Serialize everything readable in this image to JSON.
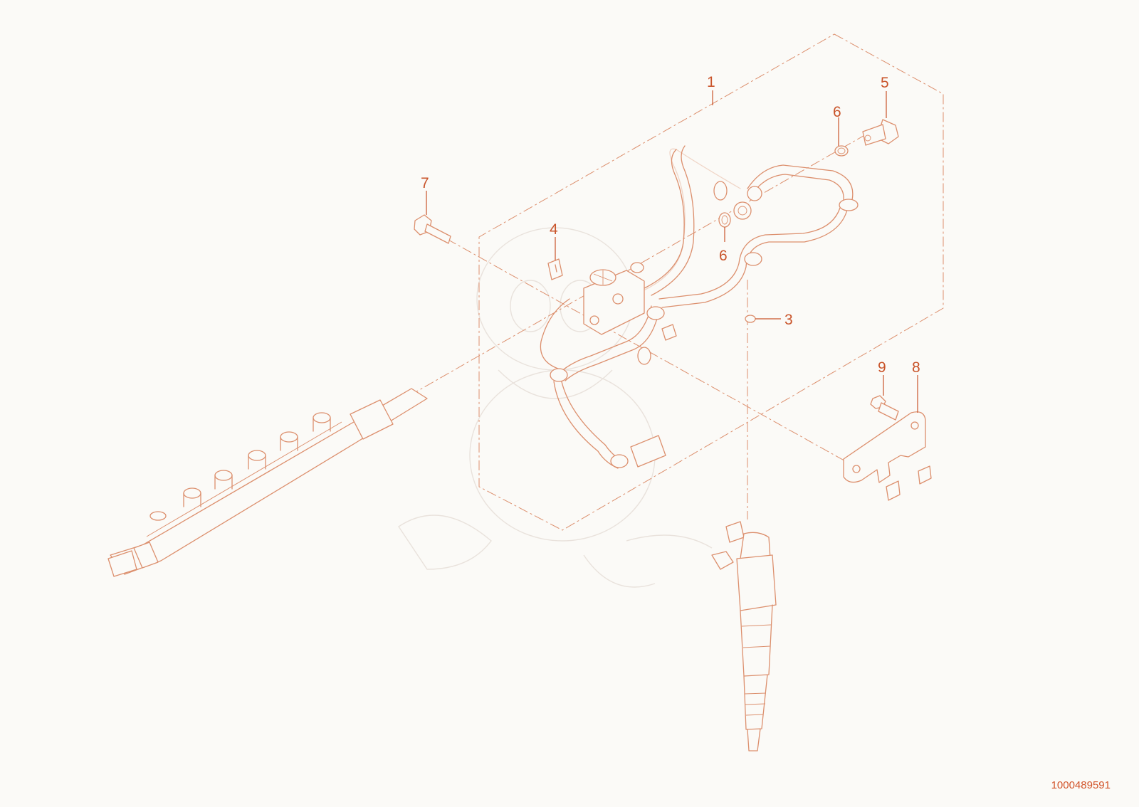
{
  "colors": {
    "line": "#dc8f6d",
    "label": "#c9542a",
    "doc_id": "#d2542a",
    "background": "#fbfaf7"
  },
  "callouts": {
    "c1": "1",
    "c3": "3",
    "c4": "4",
    "c5": "5",
    "c6a": "6",
    "c6b": "6",
    "c7": "7",
    "c8": "8",
    "c9": "9"
  },
  "document_id": "1000489591"
}
